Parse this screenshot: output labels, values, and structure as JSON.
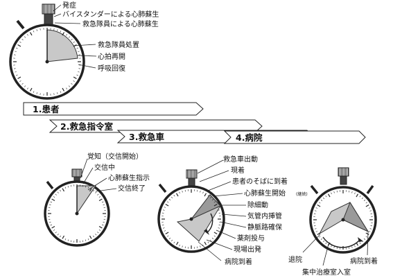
{
  "watch1": {
    "labels": [
      "発症",
      "バイスタンダーによる心肺蘇生",
      "救急隊員による心肺蘇生",
      "救急隊員処置",
      "心拍再開",
      "呼吸回復"
    ]
  },
  "stages": [
    "1.患者",
    "2.救急指令室",
    "3.救急車",
    "4.病院"
  ],
  "watch2": {
    "labels": [
      "覚知（交信開始）",
      "交信中",
      "心肺蘇生指示",
      "交信終了"
    ]
  },
  "watch3": {
    "labels": [
      "救急車出動",
      "現着",
      "患者のそばに到着",
      "心肺蘇生開始",
      "除細動",
      "気管内挿管",
      "静脈路確保",
      "薬剤投与",
      "現場出発",
      "病院到着"
    ],
    "note": "(継続)"
  },
  "watch4": {
    "labels": [
      "退院",
      "集中治療室入室",
      "病院到着"
    ]
  },
  "colors": {
    "shade": "#c8c8c8",
    "shade_dark": "#9a9a9a",
    "line": "#222222",
    "banner": "#ffffff"
  }
}
